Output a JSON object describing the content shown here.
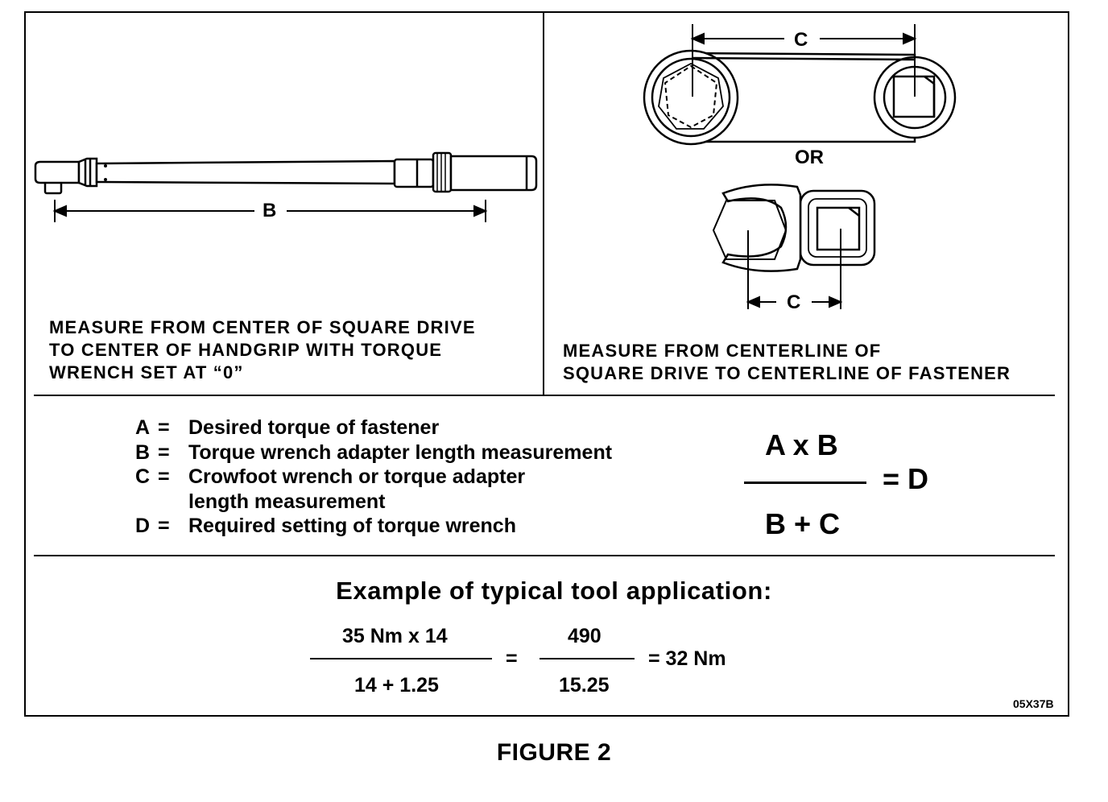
{
  "left_panel": {
    "dimension_label": "B",
    "caption": "MEASURE FROM CENTER OF SQUARE DRIVE\nTO CENTER OF HANDGRIP WITH TORQUE\nWRENCH SET AT “0”"
  },
  "right_panel": {
    "top_dimension_label": "C",
    "or_label": "OR",
    "bottom_dimension_label": "C",
    "caption": "MEASURE FROM CENTERLINE OF\nSQUARE DRIVE TO CENTERLINE OF FASTENER"
  },
  "definitions": [
    {
      "key": "A",
      "eq": "=",
      "text": "Desired torque of fastener"
    },
    {
      "key": "B",
      "eq": "=",
      "text": "Torque wrench adapter length measurement"
    },
    {
      "key": "C",
      "eq": "=",
      "text": "Crowfoot wrench or torque adapter"
    },
    {
      "key": "",
      "eq": "",
      "text": "length measurement"
    },
    {
      "key": "D",
      "eq": "=",
      "text": "Required setting of torque wrench"
    }
  ],
  "formula": {
    "numerator": "A x B",
    "denominator": "B + C",
    "result": "= D"
  },
  "example": {
    "title": "Example of typical tool application:",
    "numerator1": "35 Nm x 14",
    "denominator1": "14 + 1.25",
    "equals": "=",
    "numerator2": "490",
    "denominator2": "15.25",
    "result": "= 32 Nm"
  },
  "figure_code": "05X37B",
  "figure_label": "FIGURE 2"
}
